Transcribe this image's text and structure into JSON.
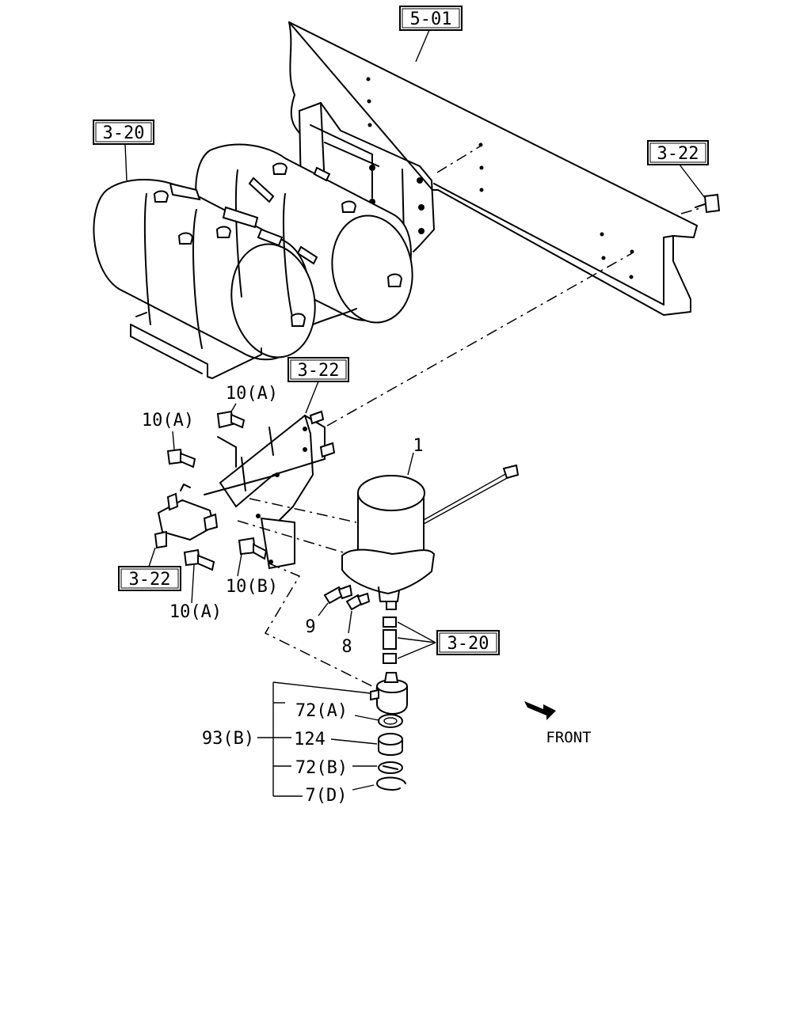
{
  "callouts": {
    "frame_ref": "5-01",
    "tank_ref": "3-20",
    "bolt_ref": "3-22",
    "bracket_ref": "3-22",
    "valve_ref": "3-22",
    "fitting_ref": "3-20"
  },
  "parts": {
    "dryer": "1",
    "bolt_10a_top": "10(A)",
    "bolt_10a_left": "10(A)",
    "bolt_10a_bottom": "10(A)",
    "bolt_10b": "10(B)",
    "fitting_9": "9",
    "fitting_8": "8",
    "kit": "93(B)",
    "seal_72a": "72(A)",
    "part_124": "124",
    "seal_72b": "72(B)",
    "ring_7d": "7(D)"
  },
  "direction": {
    "label": "FRONT"
  }
}
